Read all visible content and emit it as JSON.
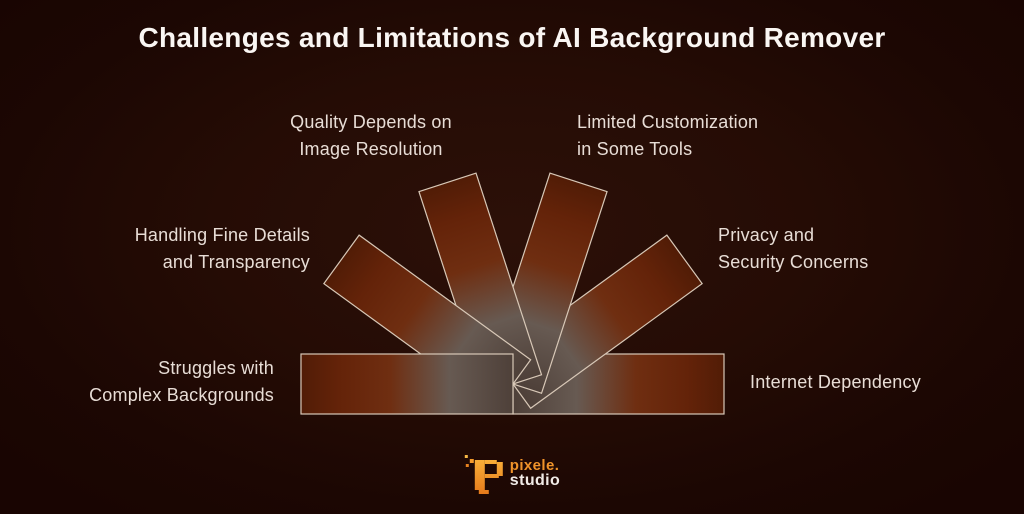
{
  "title": "Challenges and Limitations of AI Background Remover",
  "challenges": [
    {
      "id": "quality",
      "line1": "Quality Depends on",
      "line2": "Image Resolution"
    },
    {
      "id": "limited",
      "line1": "Limited Customization",
      "line2": "in Some Tools"
    },
    {
      "id": "handling",
      "line1": "Handling Fine Details",
      "line2": "and Transparency"
    },
    {
      "id": "privacy",
      "line1": "Privacy and",
      "line2": "Security Concerns"
    },
    {
      "id": "struggles",
      "line1": "Struggles with",
      "line2": "Complex Backgrounds"
    },
    {
      "id": "internet",
      "line1": "Internet Dependency"
    }
  ],
  "logo": {
    "icon": "pixel-p-logo-icon",
    "name": "pixele.",
    "suffix": "studio"
  },
  "colors": {
    "background_center": "#2c1008",
    "background_edge": "#1a0602",
    "blade_rust": "#6f2e11",
    "blade_gray": "#675a52",
    "blade_outline": "#d8c8b7",
    "title_text": "#faf6f3",
    "label_text": "#e8ddd6",
    "logo_orange": "#f0932a",
    "logo_white": "#f1ebe7"
  }
}
